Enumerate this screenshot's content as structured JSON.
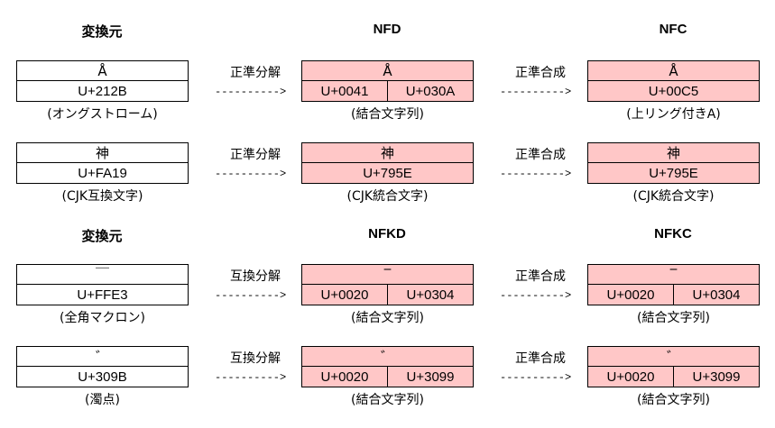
{
  "headers": {
    "source1": "変換元",
    "nfd": "NFD",
    "nfc": "NFC",
    "source2": "変換元",
    "nfkd": "NFKD",
    "nfkc": "NFKC"
  },
  "ops": {
    "canon_decomp": "正準分解",
    "canon_comp": "正準合成",
    "compat_decomp": "互換分解"
  },
  "arrow": "---------->",
  "rows": [
    {
      "src": {
        "glyph": "Å",
        "code": "U+212B",
        "caption": "(オングストローム)"
      },
      "mid": {
        "glyph": "Å",
        "codes": [
          "U+0041",
          "U+030A"
        ],
        "caption": "(結合文字列)"
      },
      "right": {
        "glyph": "Å",
        "codes": [
          "U+00C5"
        ],
        "caption": "(上リング付きA)"
      }
    },
    {
      "src": {
        "glyph": "神",
        "code": "U+FA19",
        "caption": "(CJK互換文字)"
      },
      "mid": {
        "glyph": "神",
        "codes": [
          "U+795E"
        ],
        "caption": "(CJK統合文字)"
      },
      "right": {
        "glyph": "神",
        "codes": [
          "U+795E"
        ],
        "caption": "(CJK統合文字)"
      }
    },
    {
      "src": {
        "glyph": "￣",
        "code": "U+FFE3",
        "caption": "(全角マクロン)"
      },
      "mid": {
        "glyph": "‾",
        "codes": [
          "U+0020",
          "U+0304"
        ],
        "caption": "(結合文字列)"
      },
      "right": {
        "glyph": "‾",
        "codes": [
          "U+0020",
          "U+0304"
        ],
        "caption": "(結合文字列)"
      }
    },
    {
      "src": {
        "glyph": "゛",
        "code": "U+309B",
        "caption": "(濁点)"
      },
      "mid": {
        "glyph": "゛",
        "codes": [
          "U+0020",
          "U+3099"
        ],
        "caption": "(結合文字列)"
      },
      "right": {
        "glyph": "゛",
        "codes": [
          "U+0020",
          "U+3099"
        ],
        "caption": "(結合文字列)"
      }
    }
  ]
}
